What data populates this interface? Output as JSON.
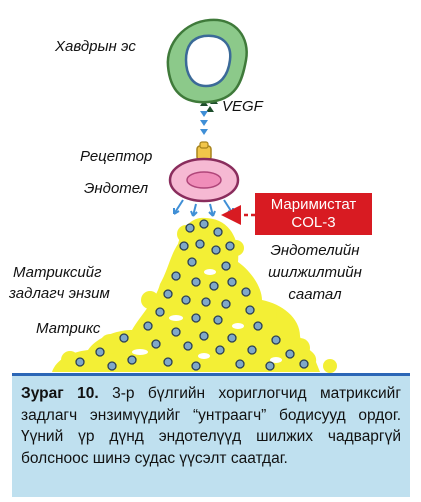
{
  "labels": {
    "tumor_cell": "Хавдрын эс",
    "vegf": "VEGF",
    "receptor": "Рецептор",
    "endothel": "Эндотел",
    "drug": [
      "Маримистат",
      "COL-3"
    ],
    "migration": [
      "Эндотелийн",
      "шилжилтийн",
      "саатал"
    ],
    "enzyme": [
      "Матриксийг",
      "задлагч энзим"
    ],
    "matrix": "Матрикс"
  },
  "caption": {
    "title": "Зураг 10.",
    "text": "3-р бүлгийн хориглогчид матриксийг задлагч энзимүүдийг “унтраагч” бодисууд ордог. Үүний үр дүнд эндотелүүд шилжих чадваргүй болсноос шинэ судас үүсэлт саатдаг."
  },
  "colors": {
    "tumor_cell_fill": "#8cc98a",
    "tumor_nucleus": "#ffffff",
    "endothel_fill": "#f6b9d3",
    "endothel_nucleus": "#f08db9",
    "receptor": "#f2c64a",
    "arrow_blue": "#3f8fd6",
    "matrix_yellow": "#f3ef35",
    "drug_red": "#d81b22",
    "caption_bg": "#bfe0ef"
  }
}
